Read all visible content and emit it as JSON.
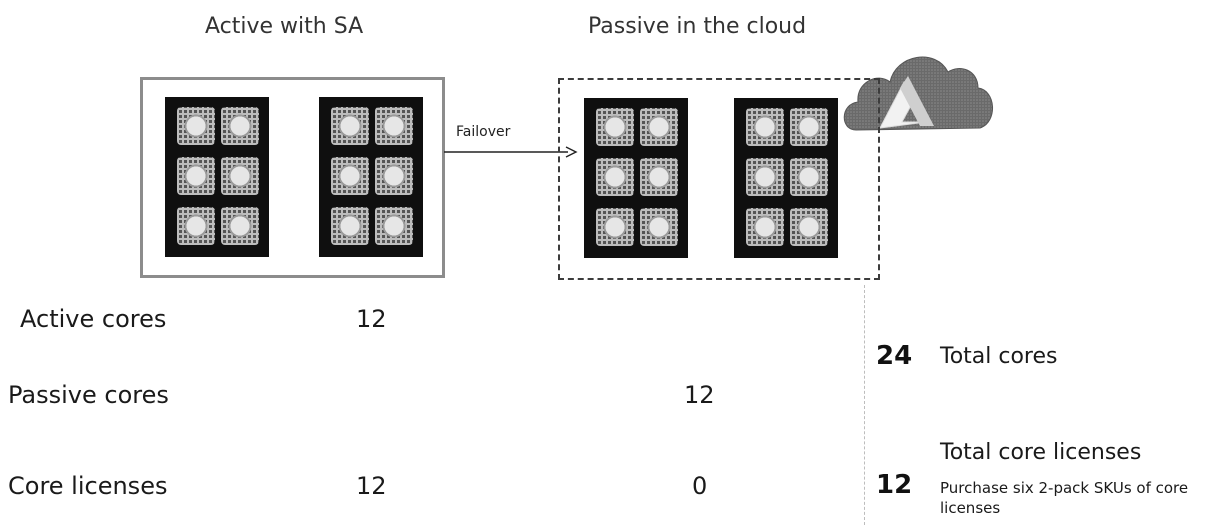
{
  "columns": {
    "active_header": "Active with SA",
    "passive_header": "Passive in the cloud"
  },
  "diagram": {
    "failover_label": "Failover",
    "cloud_icon": "azure-cloud-icon",
    "server_icon": "server-rack-icon",
    "chip_icon": "cpu-chip-icon",
    "colors": {
      "server": "#0f0f0f",
      "active_border": "#8c8c8c",
      "passive_border": "#3c3c3c",
      "cloud": "#6e6e6e"
    }
  },
  "rows": {
    "active_cores": {
      "label": "Active cores",
      "active": "12",
      "passive": ""
    },
    "passive_cores": {
      "label": "Passive cores",
      "active": "",
      "passive": "12"
    },
    "core_licenses": {
      "label": "Core licenses",
      "active": "12",
      "passive": "0"
    }
  },
  "summary": {
    "total_cores_value": "24",
    "total_cores_label": "Total cores",
    "total_licenses_value": "12",
    "total_licenses_label": "Total core licenses",
    "total_licenses_note": "Purchase six 2-pack SKUs of core licenses"
  }
}
